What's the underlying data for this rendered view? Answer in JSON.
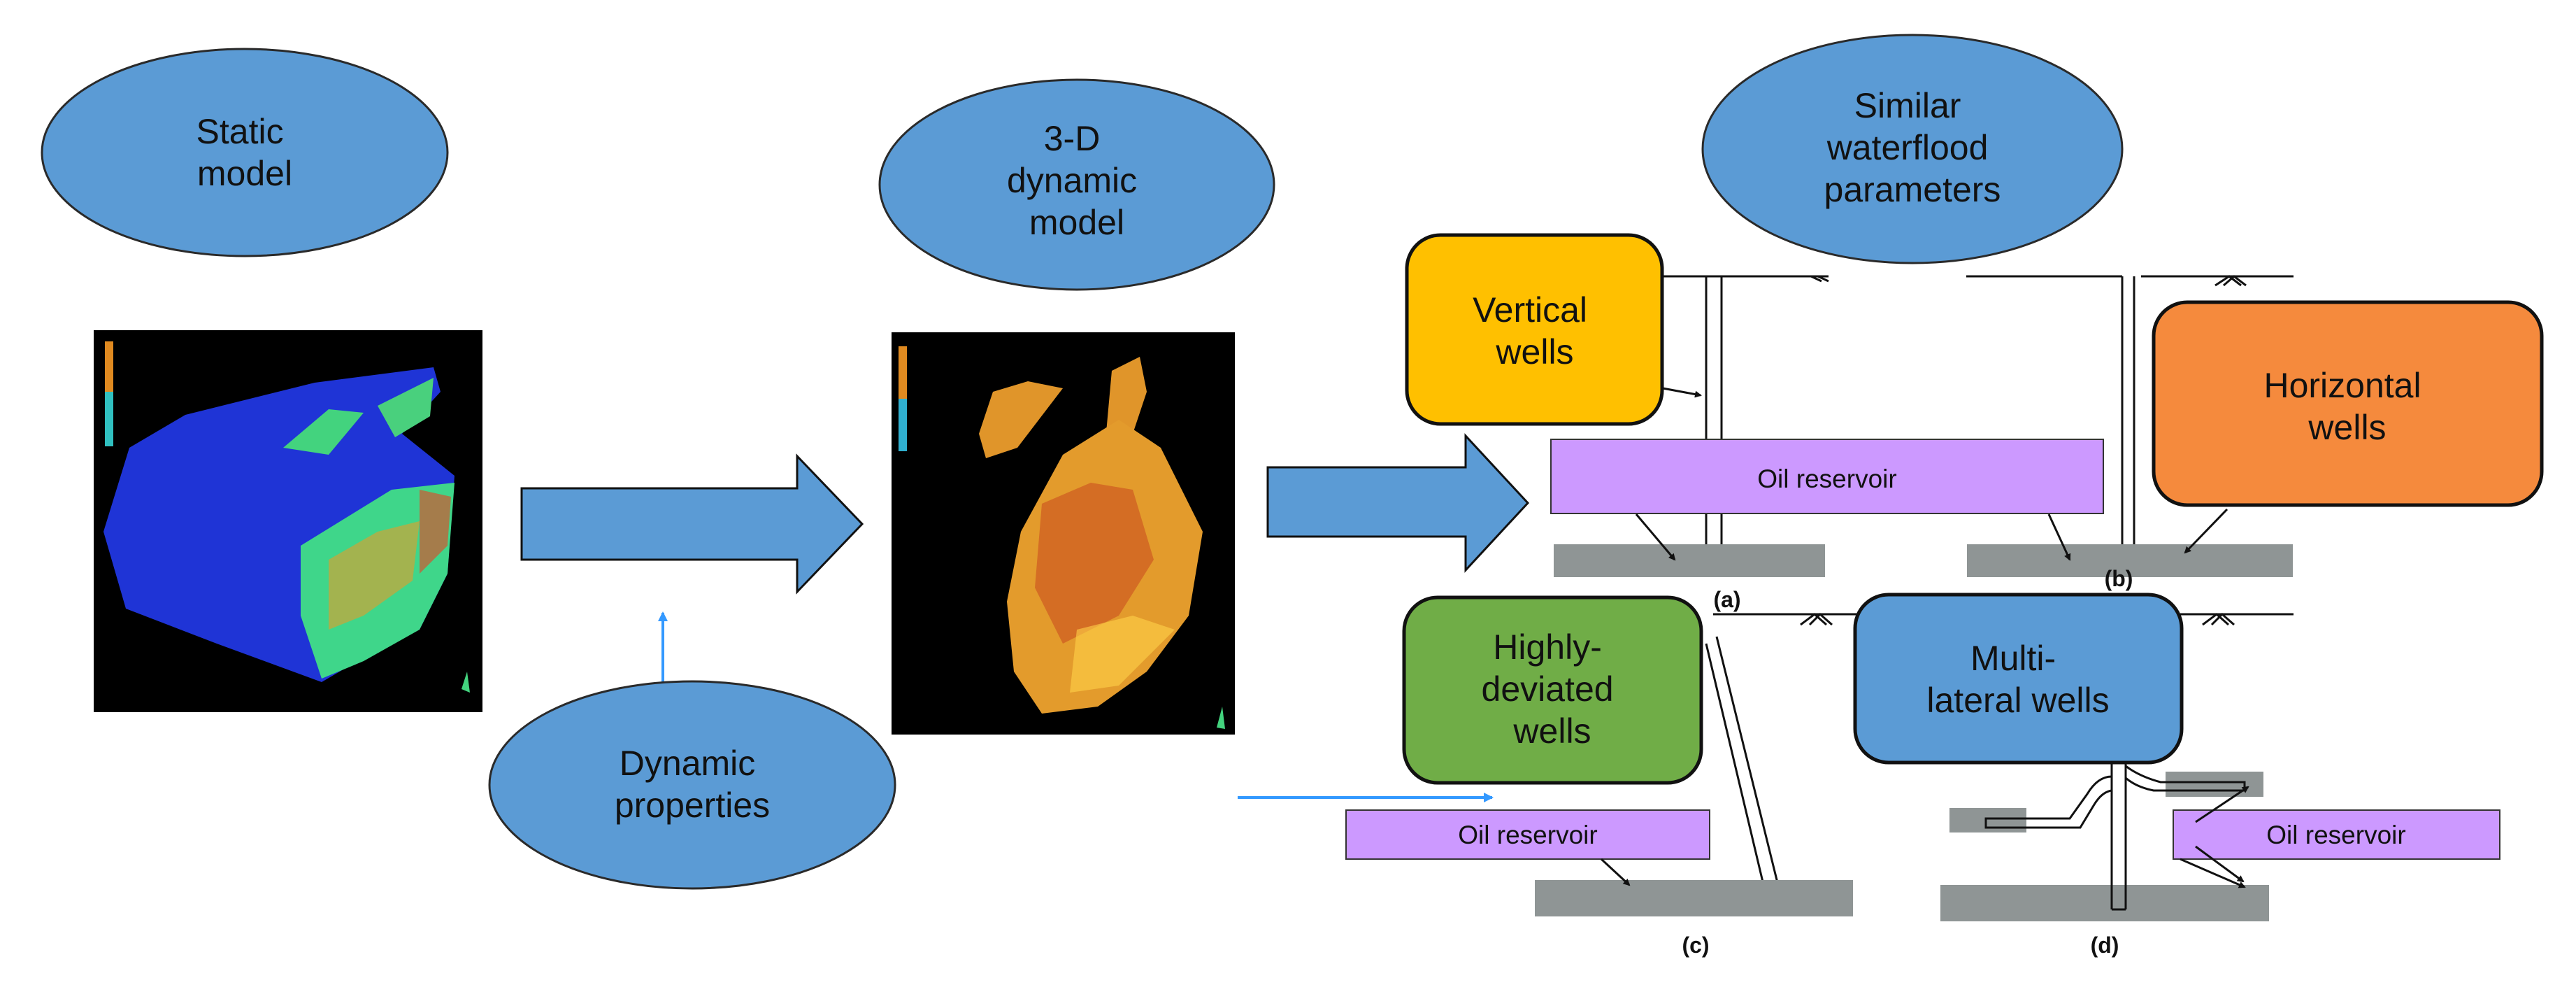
{
  "nodes": {
    "static_model": [
      "Static",
      "model"
    ],
    "dynamic_model": [
      "3-D",
      "dynamic",
      "model"
    ],
    "dynamic_properties": [
      "Dynamic",
      "properties"
    ],
    "waterflood": [
      "Similar",
      "waterflood",
      "parameters"
    ],
    "vertical_wells": [
      "Vertical",
      "wells"
    ],
    "horizontal_wells": [
      "Horizontal",
      "wells"
    ],
    "highly_deviated_wells": [
      "Highly-",
      "deviated",
      "wells"
    ]
  },
  "multilateral_wells": [
    "Multi-",
    "lateral wells"
  ],
  "oil_reservoir_label": "Oil reservoir",
  "panel_labels": {
    "a": "(a)",
    "b": "(b)",
    "c": "(c)",
    "d": "(d)"
  },
  "colors": {
    "ellipse_fill": "#5b9bd5",
    "vertical_fill": "#ffc000",
    "horizontal_fill": "#f58a3d",
    "deviated_fill": "#70ad47",
    "multilateral_fill": "#5b9bd5",
    "reservoir_fill": "#cc99ff",
    "layer_fill": "#8f9595",
    "connector_blue": "#3399ff"
  }
}
